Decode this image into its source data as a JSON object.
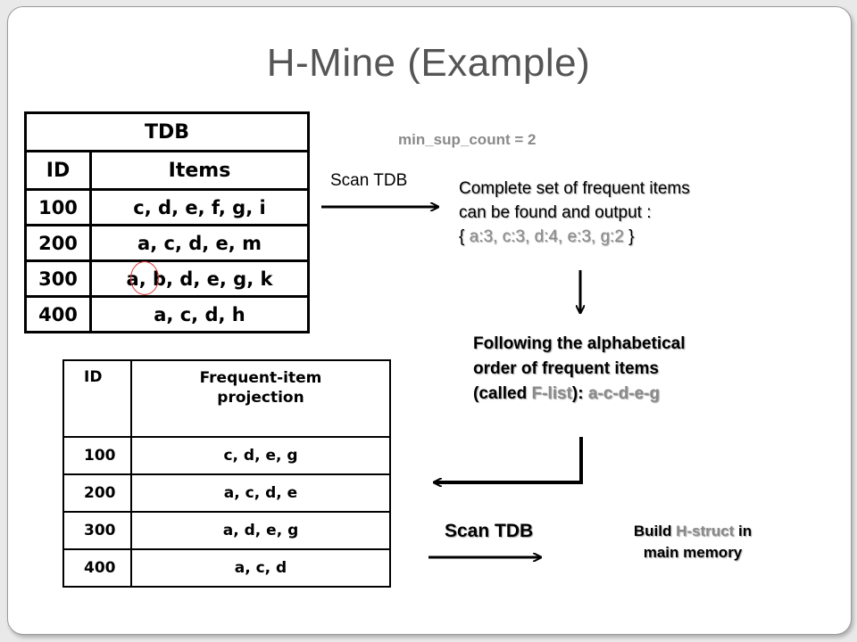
{
  "title": "H-Mine (Example)",
  "tdb_table": {
    "caption": "TDB",
    "headers": [
      "ID",
      "Items"
    ],
    "rows": [
      {
        "id": "100",
        "items": "c, d, e, f, g, i"
      },
      {
        "id": "200",
        "items": "a, c, d, e, m"
      },
      {
        "id": "300",
        "items": "a, b, d, e, g, k"
      },
      {
        "id": "400",
        "items": "a, c, d, h"
      }
    ]
  },
  "min_sup": "min_sup_count = 2",
  "scan_tdb_1": "Scan TDB",
  "complete_set": {
    "line1": "Complete set of frequent items",
    "line2": "can be found and output :",
    "line3_open": "{ ",
    "line3_items": "a:3, c:3, d:4, e:3, g:2",
    "line3_close": " }"
  },
  "following": {
    "line1": "Following the alphabetical",
    "line2": "order of frequent items",
    "line3_a": "(called ",
    "line3_flist": "F-list",
    "line3_b": "): ",
    "line3_order": "a-c-d-e-g"
  },
  "projection_table": {
    "header_id": "ID",
    "header_proj_1": "Frequent-item",
    "header_proj_2": "projection",
    "rows": [
      {
        "id": "100",
        "items": "c, d, e, g"
      },
      {
        "id": "200",
        "items": "a, c, d, e"
      },
      {
        "id": "300",
        "items": "a, d, e, g"
      },
      {
        "id": "400",
        "items": "a, c, d"
      }
    ]
  },
  "scan_tdb_2": "Scan TDB",
  "build": {
    "a": "Build ",
    "hstruct": "H-struct",
    "b": " in",
    "line2": "main memory"
  },
  "colors": {
    "accent_gray": "#8a8a8a",
    "circle_red": "#e03030"
  }
}
